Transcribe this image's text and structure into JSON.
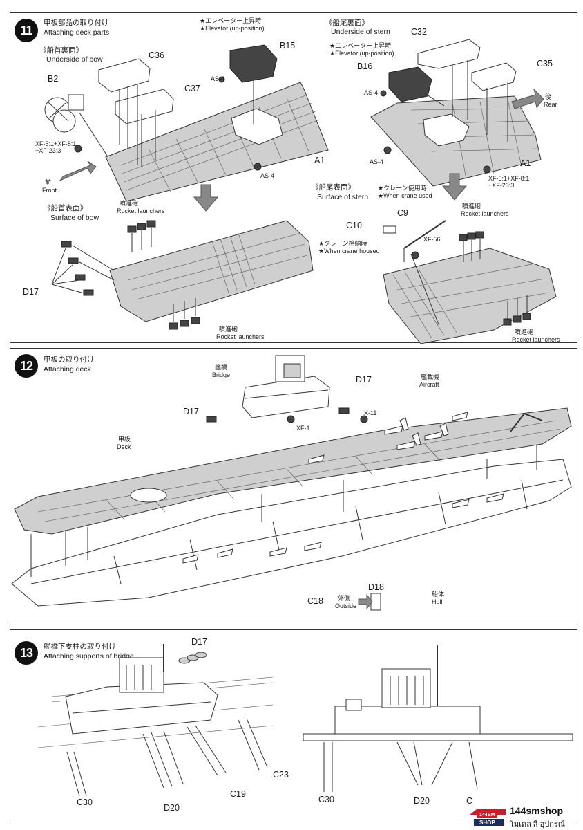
{
  "step11": {
    "number": "11",
    "title_jp": "甲板部品の取り付け",
    "title_en": "Attaching deck parts",
    "bow_under_jp": "《船首裏面》",
    "bow_under_en": "Underside of bow",
    "bow_surface_jp": "《船首表面》",
    "bow_surface_en": "Surface of bow",
    "stern_under_jp": "《船尾裏面》",
    "stern_under_en": "Underside of stern",
    "stern_surface_jp": "《船尾表面》",
    "stern_surface_en": "Surface of stern",
    "elevator_up_jp": "★エレベーター上昇時",
    "elevator_up_en": "★Elevator (up-position)",
    "elevator_up_jp_2": "★エレベーター上昇時",
    "elevator_up_en_2": "★Elevator (up-position)",
    "crane_use_jp": "★クレーン使用時",
    "crane_use_en": "★When crane used",
    "crane_housed_jp": "★クレーン格納時",
    "crane_housed_en": "★When crane housed",
    "front_jp": "前",
    "front_en": "Front",
    "rear_jp": "後",
    "rear_en": "Rear",
    "rocket_jp": "噴進砲",
    "rocket_en": "Rocket launchers",
    "paint_mix": "XF-5:1+XF-8:1\n+XF-23:3",
    "paint_mix_l1": "XF-5:1+XF-8:1",
    "paint_mix_l2": "+XF-23:3",
    "paint_as4": "AS-4",
    "paint_xf56": "XF-56",
    "parts": {
      "b15": "B15",
      "b16": "B16",
      "b2": "B2",
      "c36": "C36",
      "c37": "C37",
      "c32": "C32",
      "c35": "C35",
      "a1": "A1",
      "d17": "D17",
      "c9": "C9",
      "c10": "C10"
    }
  },
  "step12": {
    "number": "12",
    "title_jp": "甲板の取り付け",
    "title_en": "Attaching deck",
    "bridge_jp": "艦橋",
    "bridge_en": "Bridge",
    "aircraft_jp": "艦載機",
    "aircraft_en": "Aircraft",
    "deck_jp": "甲板",
    "deck_en": "Deck",
    "hull_jp": "船体",
    "hull_en": "Hull",
    "outside_jp": "外側",
    "outside_en": "Outside",
    "paint_xf1": "XF-1",
    "paint_x11": "X-11",
    "parts": {
      "d17": "D17",
      "c18": "C18",
      "d18": "D18"
    }
  },
  "step13": {
    "number": "13",
    "title_jp": "艦橋下支柱の取り付け",
    "title_en": "Attaching supports of bridge",
    "parts": {
      "d17": "D17",
      "c30": "C30",
      "d20": "D20",
      "c19": "C19",
      "c23": "C23",
      "c_cut": "C"
    }
  },
  "brand": {
    "name": "144smshop",
    "logo_text": "144SM",
    "shop": "SHOP",
    "thai": "โมเดล สี อุปกรณ์",
    "colors": {
      "red": "#c8202a",
      "navy": "#1f2b57"
    }
  }
}
